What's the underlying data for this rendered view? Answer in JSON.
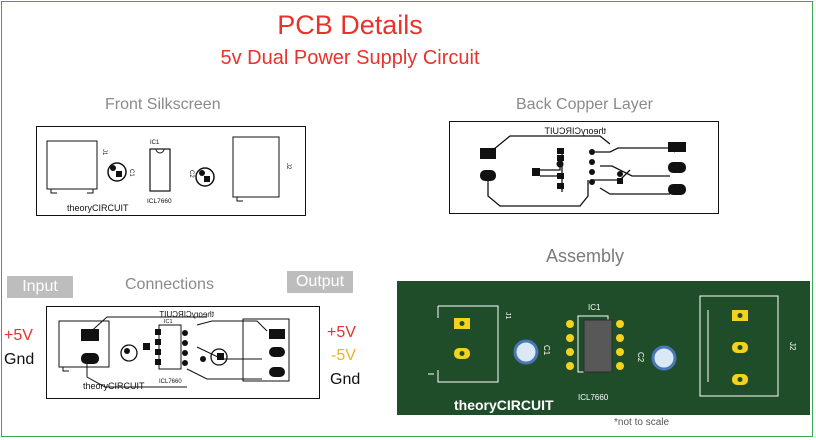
{
  "title": "PCB Details",
  "subtitle": "5v Dual Power Supply Circuit",
  "sections": {
    "front": "Front Silkscreen",
    "back": "Back Copper Layer",
    "connections": "Connections",
    "assembly": "Assembly"
  },
  "tags": {
    "input": "Input",
    "output": "Output"
  },
  "input_labels": {
    "plus5": "+5V",
    "gnd": "Gnd"
  },
  "output_labels": {
    "plus5": "+5V",
    "minus5": "-5V",
    "gnd": "Gnd"
  },
  "silk": {
    "brand": "theoryCIRCUIT",
    "ic": "ICL7660",
    "j1": "J1",
    "j2": "J2",
    "c1": "C1",
    "c2": "C2",
    "ic1": "IC1",
    "brand_mirrored": "theoryCIRCUIT"
  },
  "note": "*not to scale",
  "colors": {
    "title": "#e8322b",
    "plus5": "#e8322b",
    "minus5": "#f2b01e",
    "board_green": "#1f4d2a",
    "pad_gold": "#f5d21e"
  }
}
